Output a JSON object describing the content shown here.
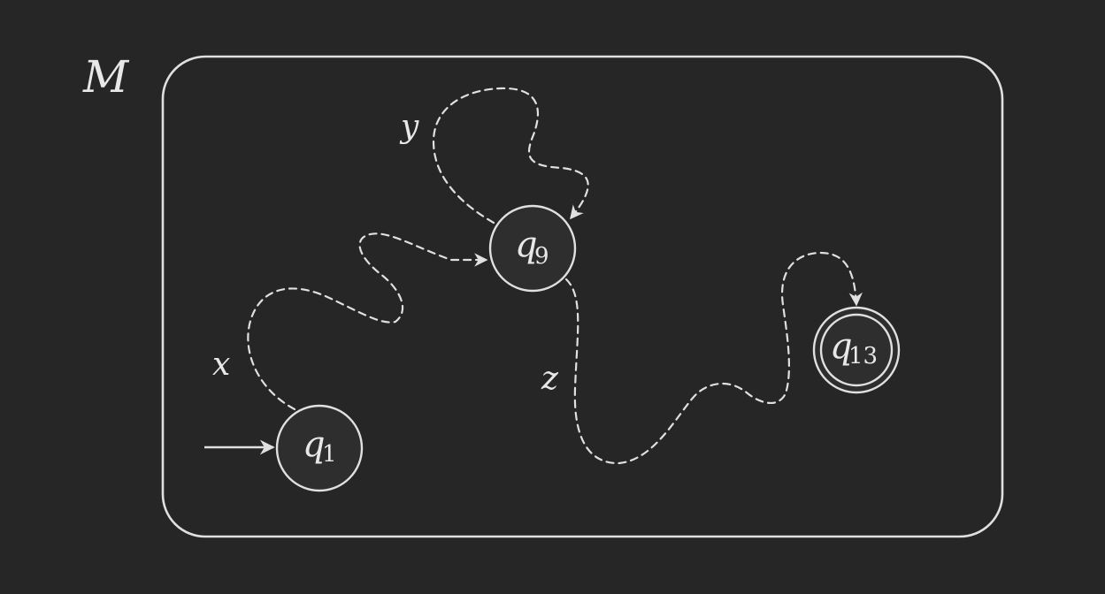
{
  "machine": {
    "name": "M"
  },
  "states": [
    {
      "id": "q1",
      "var": "q",
      "index": "1",
      "initial": true,
      "accepting": false
    },
    {
      "id": "q9",
      "var": "q",
      "index": "9",
      "initial": false,
      "accepting": false
    },
    {
      "id": "q13",
      "var": "q",
      "index": "13",
      "initial": false,
      "accepting": true
    }
  ],
  "edges": [
    {
      "from": "q1",
      "to": "q9",
      "label": "x",
      "style": "dashed"
    },
    {
      "from": "q9",
      "to": "q9",
      "label": "y",
      "style": "dashed"
    },
    {
      "from": "q9",
      "to": "q13",
      "label": "z",
      "style": "dashed"
    }
  ],
  "colors": {
    "background": "#262626",
    "stroke": "#e0e0e0",
    "state_fill": "#2e2e2e",
    "text": "#e8e8e8"
  }
}
